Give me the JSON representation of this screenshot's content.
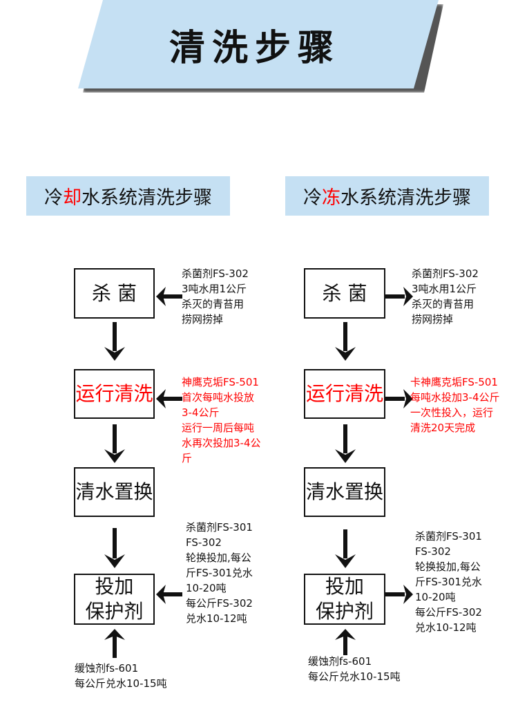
{
  "banner": {
    "title": "清洗步骤"
  },
  "colors": {
    "banner_bg": "#c5e0f3",
    "highlight": "#ff0000",
    "text": "#111111"
  },
  "left": {
    "title_prefix": "冷",
    "title_highlight": "却",
    "title_suffix": "水系统清洗步骤",
    "steps": [
      {
        "label": "杀 菌",
        "red": false
      },
      {
        "label": "运行清洗",
        "red": true
      },
      {
        "label": "清水置换",
        "red": false
      },
      {
        "label_lines": [
          "投加",
          "保护剂"
        ],
        "red": false
      }
    ],
    "notes": {
      "sterilize": [
        "杀菌剂FS-302",
        "3吨水用1公斤",
        "杀灭的青苔用",
        "捞网捞掉"
      ],
      "clean": [
        "神鹰克垢FS-501",
        "首次每吨水投放",
        "3-4公斤",
        "运行一周后每吨",
        "水再次投加3-4公",
        "斤"
      ],
      "protect": [
        "杀菌剂FS-301",
        "FS-302",
        "轮换投加,每公",
        "斤FS-301兑水",
        "10-20吨",
        "每公斤FS-302",
        "兑水10-12吨"
      ],
      "inhibitor": [
        "缓蚀剂fs-601",
        "每公斤兑水10-15吨"
      ]
    }
  },
  "right": {
    "title_prefix": "冷",
    "title_highlight": "冻",
    "title_suffix": "水系统清洗步骤",
    "steps": [
      {
        "label": "杀 菌",
        "red": false
      },
      {
        "label": "运行清洗",
        "red": true
      },
      {
        "label": "清水置换",
        "red": false
      },
      {
        "label_lines": [
          "投加",
          "保护剂"
        ],
        "red": false
      }
    ],
    "notes": {
      "sterilize": [
        "杀菌剂FS-302",
        "3吨水用1公斤",
        "杀灭的青苔用",
        "捞网捞掉"
      ],
      "clean": [
        "卡神鹰克垢FS-501",
        "每吨水投加3-4公斤",
        "一次性投入，运行",
        "清洗20天完成"
      ],
      "protect": [
        "杀菌剂FS-301",
        "FS-302",
        "轮换投加,每公",
        "斤FS-301兑水",
        "10-20吨",
        "每公斤FS-302",
        "兑水10-12吨"
      ],
      "inhibitor": [
        "缓蚀剂fs-601",
        "每公斤兑水10-15吨"
      ]
    }
  }
}
